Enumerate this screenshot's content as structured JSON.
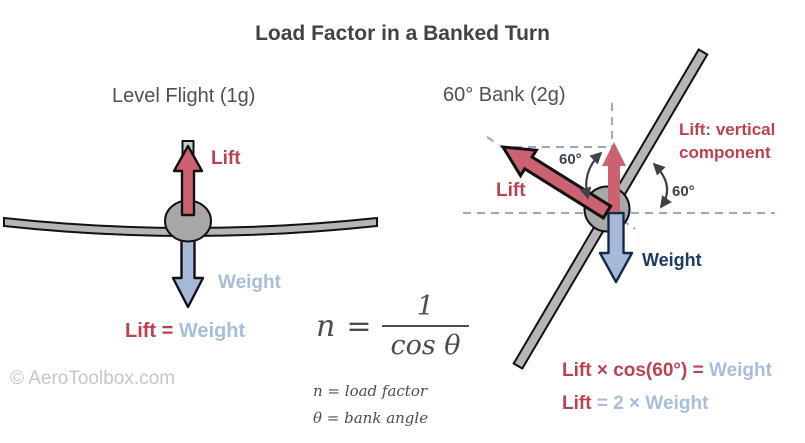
{
  "title": "Load Factor in a Banked Turn",
  "colors": {
    "lift_red_text": "#bb4251",
    "arrow_red_fill": "#cc6271",
    "weight_lightblue": "#a9bcda",
    "weight_navy": "#1f3a64",
    "wing_gray": "#b5b5b5",
    "fuselage_gray": "#a8a8a8",
    "dashed_guide_blue": "#93a9cc",
    "annotation_gray": "#3f4347"
  },
  "left_panel": {
    "heading": "Level Flight (1g)",
    "lift_label": "Lift",
    "weight_label": "Weight",
    "equation": {
      "lhs": "Lift = ",
      "rhs": "Weight"
    }
  },
  "right_panel": {
    "heading": "60° Bank (2g)",
    "lift_label": "Lift",
    "lift_vertical_line1": "Lift: vertical",
    "lift_vertical_line2": "component",
    "weight_label": "Weight",
    "bank_angle_left": "60°",
    "bank_angle_right": "60°",
    "equation1": {
      "lhs": "Lift × cos(60°) = ",
      "rhs": "Weight"
    },
    "equation2": {
      "lhs": "Lift ",
      "rhs": " = 2 × Weight"
    }
  },
  "formula": {
    "lhs": "n",
    "equals": "=",
    "numerator": "1",
    "denominator": "cos θ",
    "legend": [
      "n = load factor",
      "θ = bank angle"
    ]
  },
  "watermark": "© AeroToolbox.com"
}
